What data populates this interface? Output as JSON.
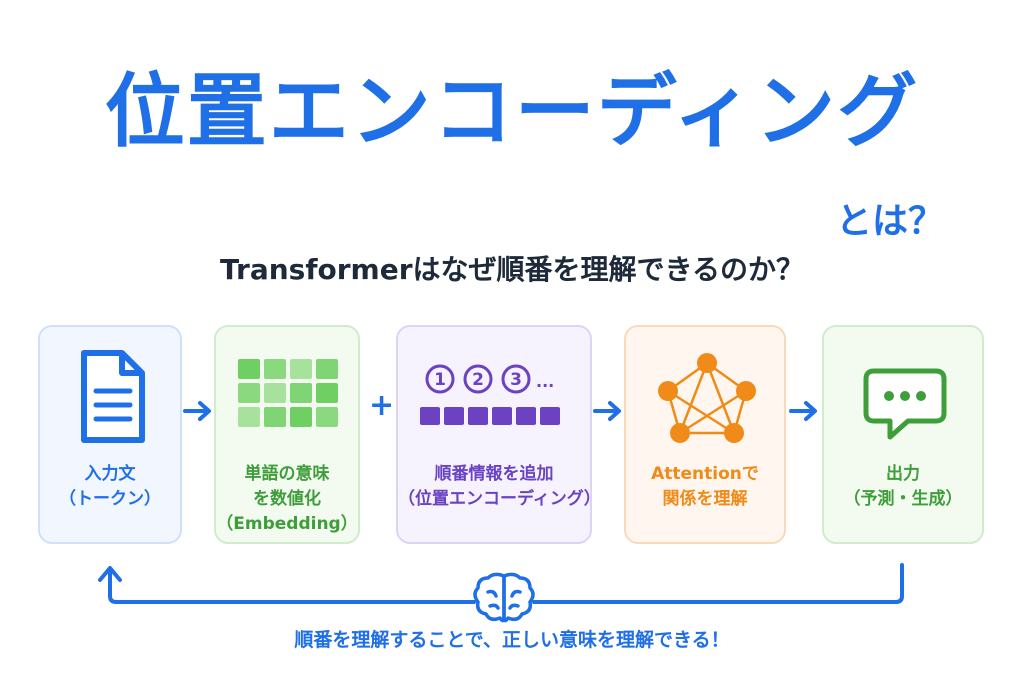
{
  "title": "位置エンコーディング",
  "title_suffix": "とは？",
  "question": "Transformerはなぜ順番を理解できるのか？",
  "steps": [
    {
      "line1": "入力文",
      "line2": "（トークン）",
      "line3": ""
    },
    {
      "line1": "単語の意味",
      "line2": "を数値化",
      "line3": "（Embedding）"
    },
    {
      "line1": "順番情報を追加",
      "line2": "（位置エンコーディング）",
      "line3": ""
    },
    {
      "line1": "Attentionで",
      "line2": "関係を理解",
      "line3": ""
    },
    {
      "line1": "出力",
      "line2": "（予測・生成）",
      "line3": ""
    }
  ],
  "position_numbers": [
    "1",
    "2",
    "3"
  ],
  "position_ellipsis": "...",
  "plus_sign": "+",
  "footer": "順番を理解することで、正しい意味を理解できる！",
  "colors": {
    "blue": "#1f6fe6",
    "green": "#3e9e3a",
    "purple": "#6a42c2",
    "orange": "#f08a18",
    "dark": "#1e2a3a"
  },
  "icons": [
    "document-icon",
    "embedding-grid-icon",
    "position-numbers-icon",
    "attention-network-icon",
    "chat-bubble-icon",
    "brain-icon"
  ]
}
